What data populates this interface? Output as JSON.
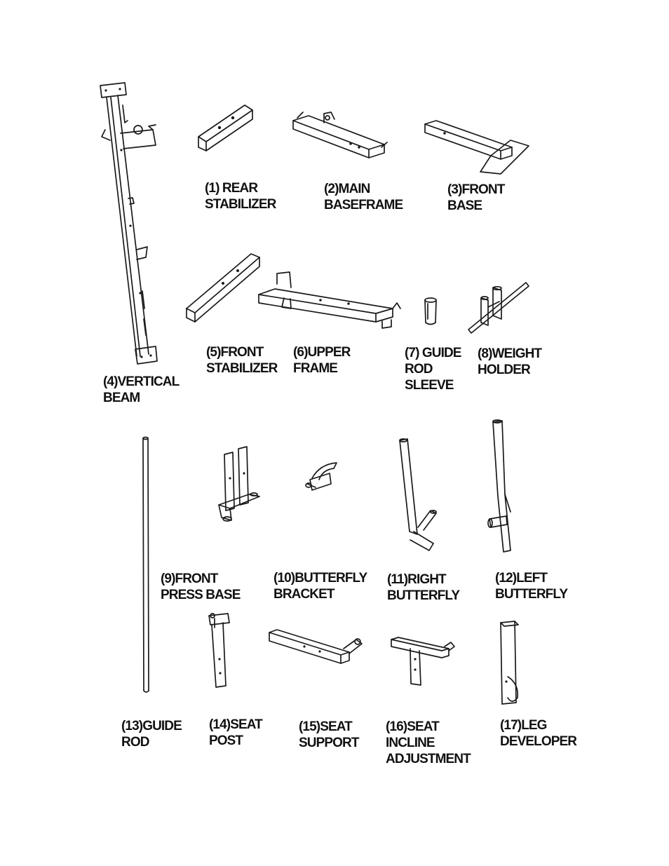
{
  "parts": [
    {
      "id": "p1",
      "lines": [
        "(1) REAR",
        "STABILIZER"
      ],
      "drawing": "rear-stabilizer-drawing"
    },
    {
      "id": "p2",
      "lines": [
        "(2)MAIN",
        "BASEFRAME"
      ],
      "drawing": "main-baseframe-drawing"
    },
    {
      "id": "p3",
      "lines": [
        "(3)FRONT",
        "BASE"
      ],
      "drawing": "front-base-drawing"
    },
    {
      "id": "p4",
      "lines": [
        "(4)VERTICAL",
        "BEAM"
      ],
      "drawing": "vertical-beam-drawing"
    },
    {
      "id": "p5",
      "lines": [
        "(5)FRONT",
        "STABILIZER"
      ],
      "drawing": "front-stabilizer-drawing"
    },
    {
      "id": "p6",
      "lines": [
        "(6)UPPER",
        "FRAME"
      ],
      "drawing": "upper-frame-drawing"
    },
    {
      "id": "p7",
      "lines": [
        "(7) GUIDE",
        "ROD",
        "SLEEVE"
      ],
      "drawing": "guide-rod-sleeve-drawing"
    },
    {
      "id": "p8",
      "lines": [
        "(8)WEIGHT",
        "HOLDER"
      ],
      "drawing": "weight-holder-drawing"
    },
    {
      "id": "p9",
      "lines": [
        "(9)FRONT",
        "PRESS BASE"
      ],
      "drawing": "front-press-base-drawing"
    },
    {
      "id": "p10",
      "lines": [
        "(10)BUTTERFLY",
        "BRACKET"
      ],
      "drawing": "butterfly-bracket-drawing"
    },
    {
      "id": "p11",
      "lines": [
        "(11)RIGHT",
        "BUTTERFLY"
      ],
      "drawing": "right-butterfly-drawing"
    },
    {
      "id": "p12",
      "lines": [
        "(12)LEFT",
        "BUTTERFLY"
      ],
      "drawing": "left-butterfly-drawing"
    },
    {
      "id": "p13",
      "lines": [
        "(13)GUIDE",
        "ROD"
      ],
      "drawing": "guide-rod-drawing"
    },
    {
      "id": "p14",
      "lines": [
        "(14)SEAT",
        "POST"
      ],
      "drawing": "seat-post-drawing"
    },
    {
      "id": "p15",
      "lines": [
        "(15)SEAT",
        "SUPPORT"
      ],
      "drawing": "seat-support-drawing"
    },
    {
      "id": "p16",
      "lines": [
        "(16)SEAT",
        "INCLINE",
        "ADJUSTMENT"
      ],
      "drawing": "seat-incline-adjustment-drawing"
    },
    {
      "id": "p17",
      "lines": [
        "(17)LEG",
        "DEVELOPER"
      ],
      "drawing": "leg-developer-drawing"
    }
  ]
}
